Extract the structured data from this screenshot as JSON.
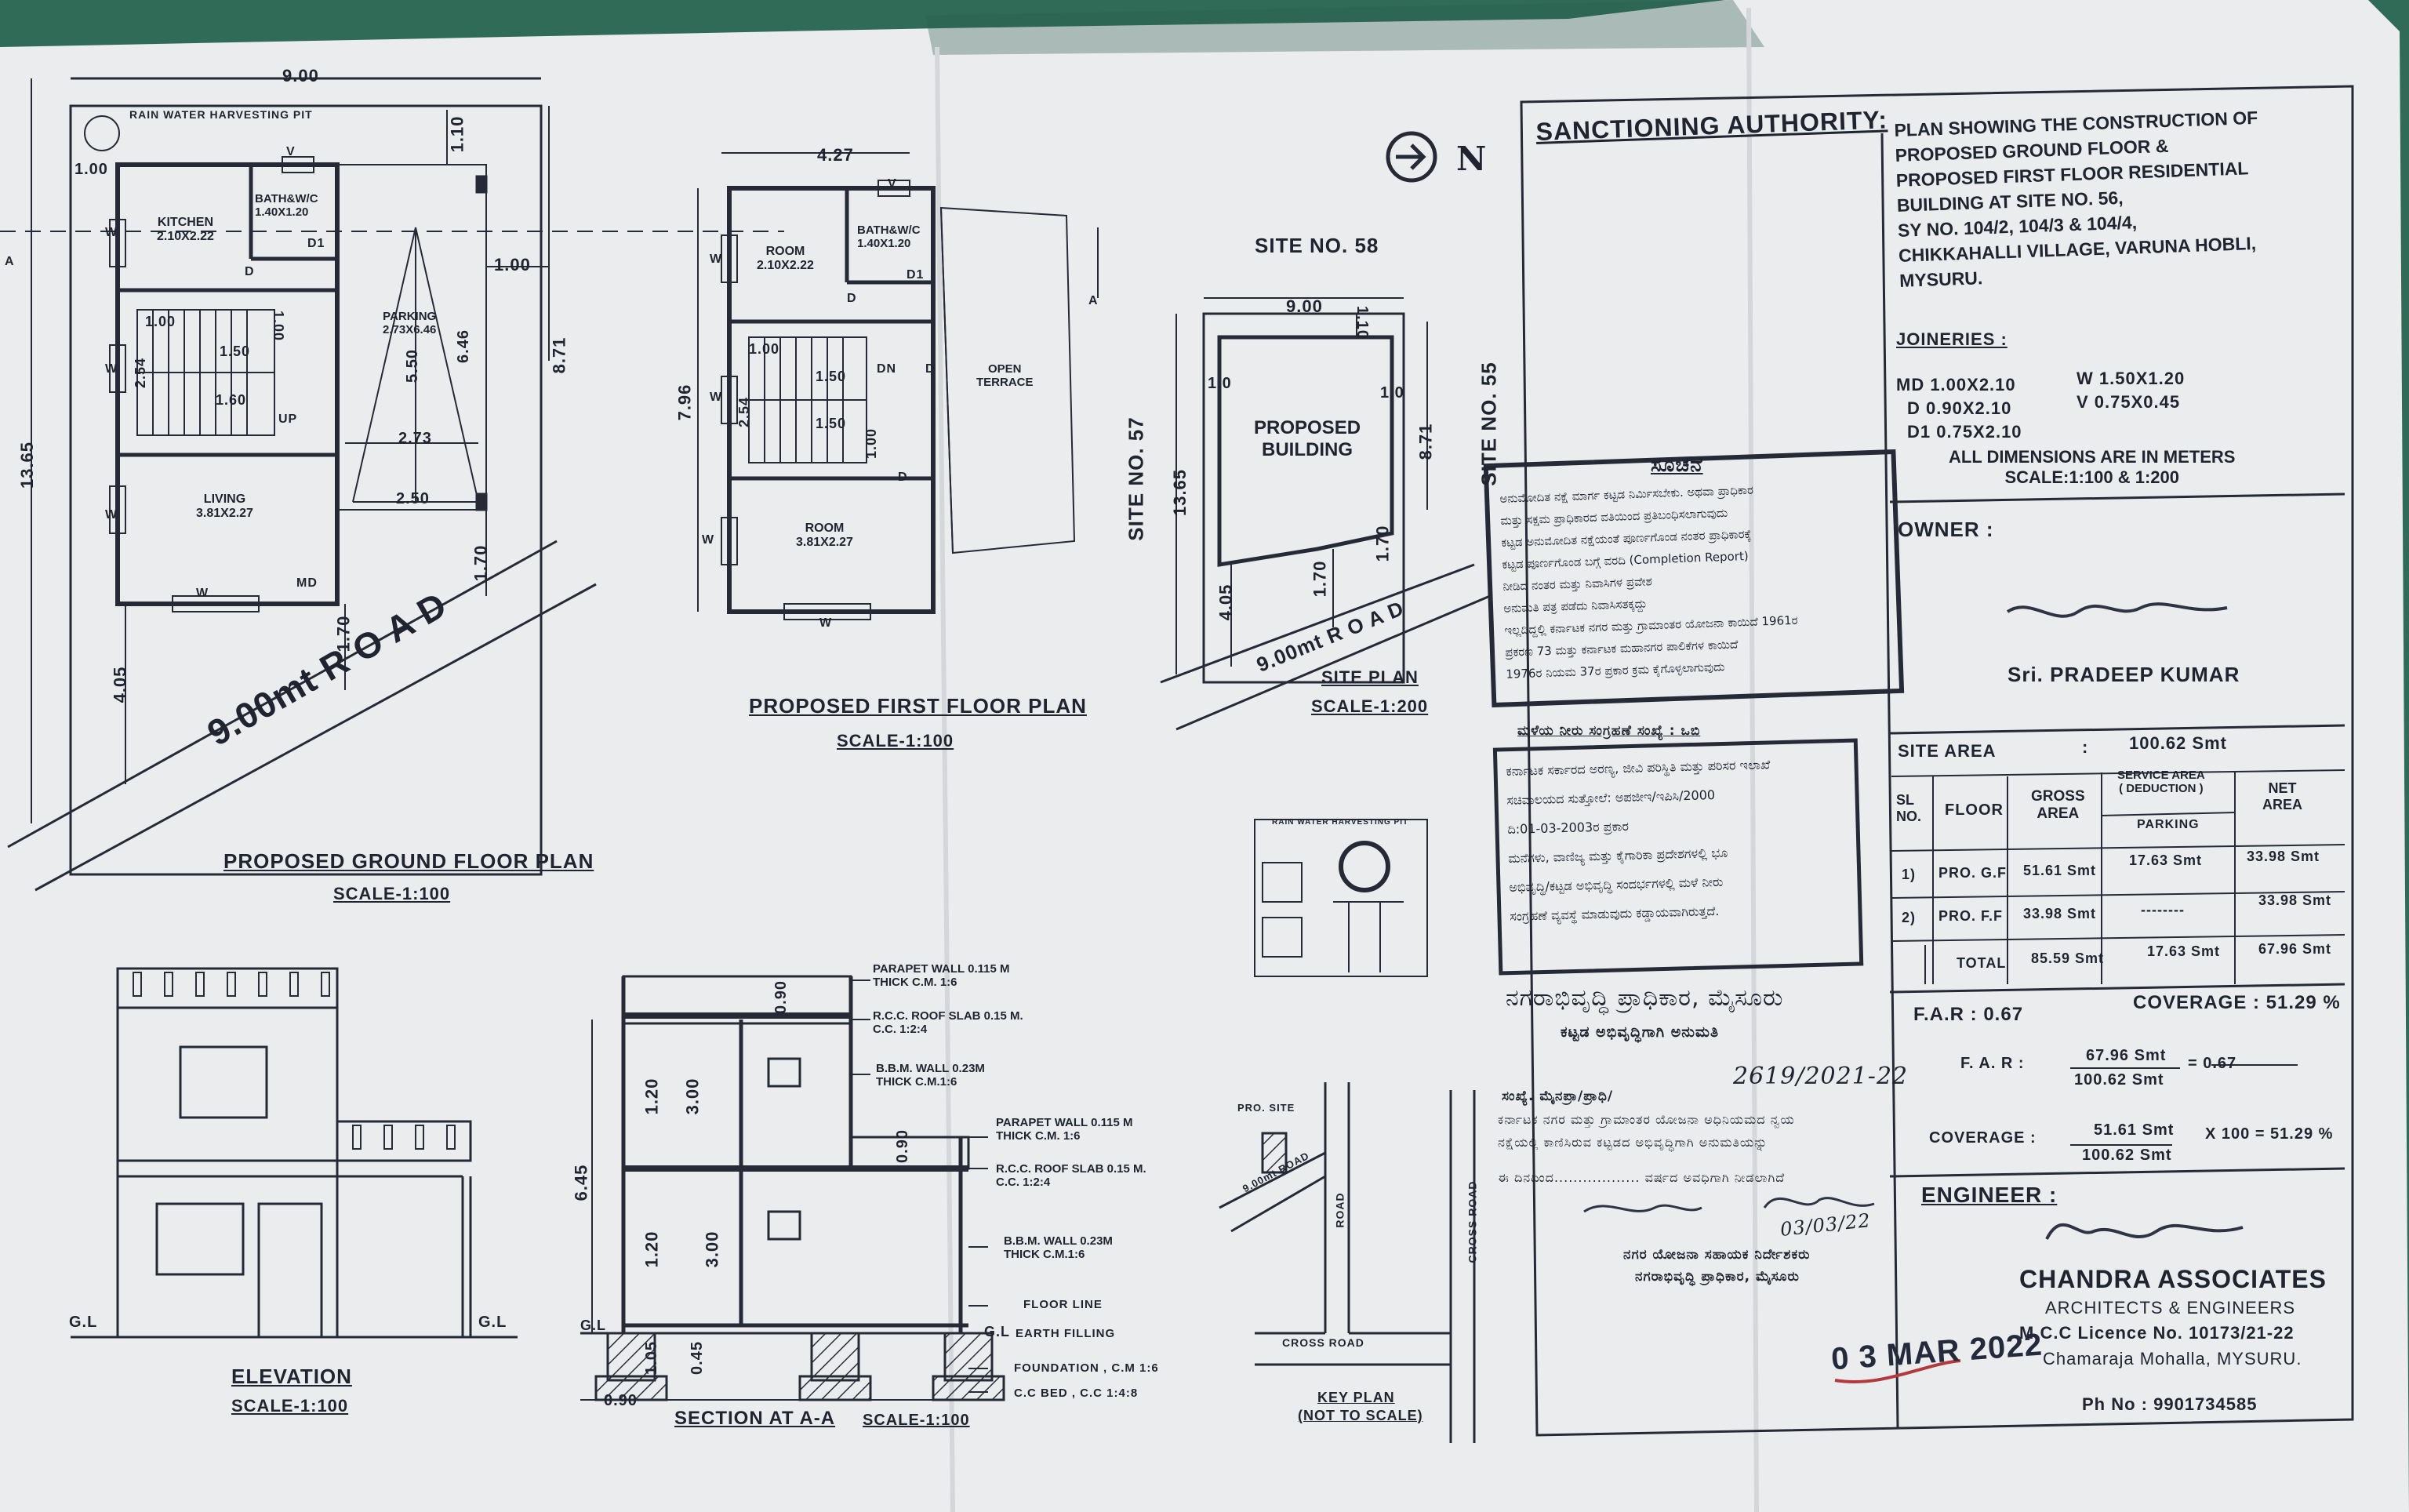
{
  "sheet": {
    "colors": {
      "paper": "#ebecee",
      "ink": "#252a36",
      "background": "#2f6b57",
      "stamp_red": "#b23a3a"
    },
    "ground_floor": {
      "title": "PROPOSED GROUND FLOOR PLAN",
      "scale": "SCALE-1:100",
      "dims": {
        "width": "9.00",
        "total_depth": "13.65",
        "front": "4.05",
        "side_margin": "1.00",
        "rear": "1.10",
        "setback": "1.00",
        "depth": "8.71",
        "front2": "1.70",
        "front3": "1.70"
      },
      "rwh": "RAIN WATER HARVESTING PIT",
      "rooms": {
        "kitchen": "KITCHEN\n2.10X2.22",
        "bath": "BATH&W/C\n1.40X1.20",
        "living": "LIVING\n3.81X2.27",
        "parking": "PARKING\n2.73X6.46"
      },
      "parking_dims": {
        "p1": "5.50",
        "p2": "6.46",
        "p3": "2.73",
        "p4": "2.50"
      },
      "stair": {
        "s1": "1.00",
        "s2": "1.50",
        "s3": "1.60",
        "s4": "1.00",
        "s5": "2.54",
        "up": "UP"
      },
      "marks": {
        "v": "V",
        "d1": "D1",
        "d": "D",
        "w": "W",
        "md": "MD",
        "a": "A"
      },
      "road": "9.00mt  R O A D"
    },
    "first_floor": {
      "title": "PROPOSED FIRST FLOOR PLAN",
      "scale": "SCALE-1:100",
      "dims": {
        "width": "4.27",
        "depth": "7.96"
      },
      "rooms": {
        "room1": "ROOM\n2.10X2.22",
        "bath": "BATH&W/C\n1.40X1.20",
        "room2": "ROOM\n3.81X2.27",
        "terrace": "OPEN\nTERRACE"
      },
      "stair": {
        "s1": "1.00",
        "s2": "1.50",
        "s3": "1.50",
        "s4": "1.00",
        "s5": "2.54",
        "dn": "DN"
      },
      "marks": {
        "v": "V",
        "d1": "D1",
        "d": "D",
        "w": "W",
        "a": "A"
      }
    },
    "site_plan": {
      "title": "SITE PLAN",
      "scale": "SCALE-1:200",
      "north": "N",
      "site58": "SITE NO. 58",
      "site57": "SITE NO. 57",
      "site55": "SITE NO. 55",
      "building": "PROPOSED\nBUILDING",
      "dims": {
        "width": "9.00",
        "d1": "1.10",
        "d2": "1.0",
        "d3": "1.0",
        "depth": "13.65",
        "d4": "8.71",
        "front": "4.05",
        "f1": "1.70",
        "f2": "1.70"
      },
      "road": "9.00mt  R O A D"
    },
    "elevation": {
      "title": "ELEVATION",
      "scale": "SCALE-1:100",
      "gl": "G.L"
    },
    "section": {
      "title": "SECTION AT A-A",
      "scale": "SCALE-1:100",
      "dims": {
        "h090": "0.90",
        "h300a": "3.00",
        "h120a": "1.20",
        "h300b": "3.00",
        "h120b": "1.20",
        "h645": "6.45",
        "h090b": "0.90",
        "h105": "1.05",
        "h045": "0.45",
        "w090": "0.90"
      },
      "labels": {
        "parapet1": "PARAPET WALL 0.115 M\nTHICK C.M. 1:6",
        "rcc1": "R.C.C. ROOF SLAB 0.15 M.\nC.C. 1:2:4",
        "bbm1": "B.B.M. WALL 0.23M\nTHICK C.M.1:6",
        "parapet2": "PARAPET WALL 0.115 M\nTHICK C.M. 1:6",
        "rcc2": "R.C.C. ROOF SLAB 0.15 M.\nC.C. 1:2:4",
        "bbm2": "B.B.M. WALL 0.23M\nTHICK C.M.1:6",
        "floor": "FLOOR  LINE",
        "earth": "EARTH FILLING",
        "foundation": "FOUNDATION , C.M 1:6",
        "ccbed": "C.C BED , C.C 1:4:8"
      },
      "gl": "G.L"
    },
    "key_plan": {
      "title": "KEY PLAN",
      "subtitle": "(NOT TO SCALE)",
      "site": "PRO. SITE",
      "road1": "ROAD",
      "road2": "CROSS ROAD",
      "road3": "CROSS ROAD",
      "road4": "9.00mt ROAD"
    },
    "rwh_detail": {
      "title": "RAIN WATER HARVESTING PIT"
    },
    "authority": {
      "heading": "SANCTIONING AUTHORITY:"
    },
    "title_block": {
      "description": "PLAN SHOWING THE CONSTRUCTION OF\nPROPOSED GROUND FLOOR &\nPROPOSED FIRST FLOOR RESIDENTIAL\nBUILDING AT SITE NO. 56,\nSY NO. 104/2, 104/3 & 104/4,\nCHIKKAHALLI VILLAGE, VARUNA HOBLI,\nMYSURU.",
      "joineries_label": "JOINERIES :",
      "joineries": {
        "md": "MD  1.00X2.10",
        "d": "D    0.90X2.10",
        "d1": "D1  0.75X2.10",
        "w": "W  1.50X1.20",
        "v": "V   0.75X0.45"
      },
      "dims_note": "ALL DIMENSIONS ARE IN METERS\nSCALE:1:100 & 1:200",
      "owner_label": "OWNER :",
      "owner_name": "Sri. PRADEEP KUMAR",
      "site_area_label": "SITE AREA",
      "site_area_colon": ":",
      "site_area_value": "100.62  Smt",
      "table": {
        "headers": {
          "sl": "SL\nNO.",
          "floor": "FLOOR",
          "gross": "GROSS\nAREA",
          "service": "SERVICE AREA\n( DEDUCTION )",
          "parking": "PARKING",
          "net": "NET\nAREA"
        },
        "rows": [
          {
            "sl": "1)",
            "floor": "PRO. G.F",
            "gross": "51.61  Smt",
            "parking": "17.63  Smt",
            "net": "33.98  Smt"
          },
          {
            "sl": "2)",
            "floor": "PRO. F.F",
            "gross": "33.98  Smt",
            "parking": "--------",
            "net": "33.98  Smt"
          }
        ],
        "total": {
          "label": "TOTAL",
          "gross": "85.59  Smt",
          "parking": "17.63  Smt",
          "net": "67.96  Smt"
        }
      },
      "far": "F.A.R : 0.67",
      "coverage": "COVERAGE : 51.29 %",
      "far_calc": {
        "label": "F. A. R :",
        "num": "67.96  Smt",
        "den": "100.62  Smt",
        "result": "= 0.67"
      },
      "cov_calc": {
        "label": "COVERAGE :",
        "num": "51.61  Smt",
        "den": "100.62  Smt",
        "result": "X 100 = 51.29 %"
      },
      "engineer_label": "ENGINEER :",
      "firm": "CHANDRA ASSOCIATES",
      "firm_sub": "ARCHITECTS & ENGINEERS",
      "licence": "M.C.C Licence No. 10173/21-22",
      "address": "Chamaraja Mohalla, MYSURU.",
      "phone": "Ph No : 9901734585"
    },
    "stamp1": {
      "heading": "ಸೂಚನೆ",
      "body": "ಅನುಮೋದಿತ ನಕ್ಷೆ ಮಾರ್ಗ ಕಟ್ಟಡ ನಿರ್ಮಿಸಬೇಕು. ಅಥವಾ ಪ್ರಾಧಿಕಾರ\nಮತ್ತು ಸಕ್ಷಮ ಪ್ರಾಧಿಕಾರದ ವತಿಯಿಂದ ಪ್ರತಿಬಂಧಿಸಲಾಗುವುದು\nಕಟ್ಟಡ ಅನುಮೋದಿತ ನಕ್ಷೆಯಂತೆ ಪೂರ್ಣಗೊಂಡ ನಂತರ ಪ್ರಾಧಿಕಾರಕ್ಕೆ\nಕಟ್ಟಡ ಪೂರ್ಣಗೊಂಡ ಬಗ್ಗೆ ವರದಿ (Completion Report)\nನೀಡಿದ ನಂತರ ಮತ್ತು ನಿವಾಸಿಗಳ ಪ್ರವೇಶ\nಅನುಮತಿ ಪತ್ರ ಪಡೆದು ನಿವಾಸಿಸತಕ್ಕದ್ದು\nಇಲ್ಲದಿದ್ದಲ್ಲಿ ಕರ್ನಾಟಕ ನಗರ ಮತ್ತು ಗ್ರಾಮಾಂತರ ಯೋಜನಾ ಕಾಯಿದೆ 1961ರ\nಪ್ರಕರಣ 73 ಮತ್ತು ಕರ್ನಾಟಕ ಮಹಾನಗರ ಪಾಲಿಕೆಗಳ ಕಾಯಿದೆ\n1976ರ ನಿಯಮ 37ರ ಪ್ರಕಾರ ಕ್ರಮ ಕೈಗೊಳ್ಳಲಾಗುವುದು"
    },
    "stamp2": {
      "heading": "ಮಳೆಯ ನೀರು ಸಂಗ್ರಹಣೆ ಸಂಖ್ಯೆ : ಒಬಿ",
      "body": "ಕರ್ನಾಟಕ ಸರ್ಕಾರದ ಅರಣ್ಯ, ಜೀವಿ ಪರಿಸ್ಥಿತಿ ಮತ್ತು ಪರಿಸರ ಇಲಾಖೆ\nಸಚಿವಾಲಯದ ಸುತ್ತೋಲೆ: ಅಪಜೀಇ/ಇಪಿಸಿ/2000\nದಿ:01-03-2003ರ ಪ್ರಕಾರ\nಮನೆಗಳು, ವಾಣಿಜ್ಯ ಮತ್ತು ಕೈಗಾರಿಕಾ ಪ್ರದೇಶಗಳಲ್ಲಿ ಭೂ\nಅಭಿವೃದ್ಧಿ/ಕಟ್ಟಡ ಅಭಿವೃದ್ಧಿ ಸಂದರ್ಭಗಳಲ್ಲಿ ಮಳೆ ನೀರು\nಸಂಗ್ರಹಣೆ ವ್ಯವಸ್ಥೆ ಮಾಡುವುದು ಕಡ್ಡಾಯವಾಗಿರುತ್ತದೆ."
    },
    "approval": {
      "authority": "ನಗರಾಭಿವೃದ್ಧಿ ಪ್ರಾಧಿಕಾರ, ಮೈಸೂರು",
      "sub": "ಕಟ್ಟಡ ಅಭಿವೃದ್ಧಿಗಾಗಿ ಅನುಮತಿ",
      "num_label": "ಸಂಖ್ಯೆ. ಮೈನಪ್ರಾ/ಪ್ರಾಧಿ/",
      "num": "2619/2021-22",
      "line1": "ಕರ್ನಾಟಕ ನಗರ ಮತ್ತು ಗ್ರಾಮಾಂತರ ಯೋಜನಾ ಅಧಿನಿಯಮದ ನ್ವಯ",
      "line2": "ನಕ್ಷೆಯಲ್ಲಿ ಕಾಣಿಸಿರುವ ಕಟ್ಟಡದ ಅಭಿವೃದ್ಧಿಗಾಗಿ ಅನುಮತಿಯನ್ನು",
      "line3": "ಈ ದಿನದಿಂದ.................. ವರ್ಷದ ಅವಧಿಗಾಗಿ ನೀಡಲಾಗಿದೆ",
      "sign_date": "03/03/22",
      "sig_title1": "ನಗರ ಯೋಜನಾ ಸಹಾಯಕ ನಿರ್ದೇಶಕರು",
      "sig_title2": "ನಗರಾಭಿವೃದ್ಧಿ ಪ್ರಾಧಿಕಾರ, ಮೈಸೂರು"
    },
    "date_stamp": "0 3 MAR 2022"
  }
}
